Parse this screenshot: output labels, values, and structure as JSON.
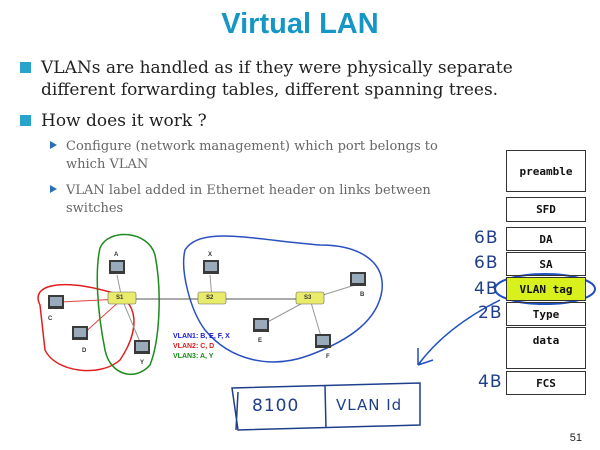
{
  "slide": {
    "title": "Virtual LAN",
    "page_number": "51"
  },
  "bullets": [
    {
      "text_line1": "VLANs are handled as if they were physically separate",
      "text_line2": "different forwarding tables, different spanning trees."
    },
    {
      "text_line1": "How does it work ?"
    }
  ],
  "sub_bullets": [
    {
      "line1": "Configure (network management) which port belongs to",
      "line2": "which VLAN"
    },
    {
      "line1": "VLAN label added in Ethernet header on links between",
      "line2": "switches"
    }
  ],
  "frame_fields": [
    {
      "label": "preamble",
      "size_note": ""
    },
    {
      "label": "SFD",
      "size_note": ""
    },
    {
      "label": "DA",
      "size_note": "6B"
    },
    {
      "label": "SA",
      "size_note": "6B"
    },
    {
      "label": "VLAN tag",
      "size_note": "4B"
    },
    {
      "label": "Type",
      "size_note": "2B"
    },
    {
      "label": "data",
      "size_note": ""
    },
    {
      "label": "FCS",
      "size_note": "4B"
    }
  ],
  "annotation": {
    "tag_value": "8100",
    "tag_label": "VLAN Id"
  },
  "diagram": {
    "switches": [
      "S1",
      "S2",
      "S3"
    ],
    "hosts": [
      "A",
      "B",
      "C",
      "D",
      "E",
      "F",
      "X",
      "Y"
    ],
    "legend": [
      {
        "text": "VLAN1: B, E, F, X",
        "color": "#1a1acc"
      },
      {
        "text": "VLAN2: C, D",
        "color": "#d42020"
      },
      {
        "text": "VLAN3: A, Y",
        "color": "#188a18"
      }
    ]
  },
  "colors": {
    "title": "#1596c6",
    "bullet_square": "#27a3cc",
    "vlan_tag_highlight": "#d8f01c",
    "ink": "#1f3f8a"
  }
}
